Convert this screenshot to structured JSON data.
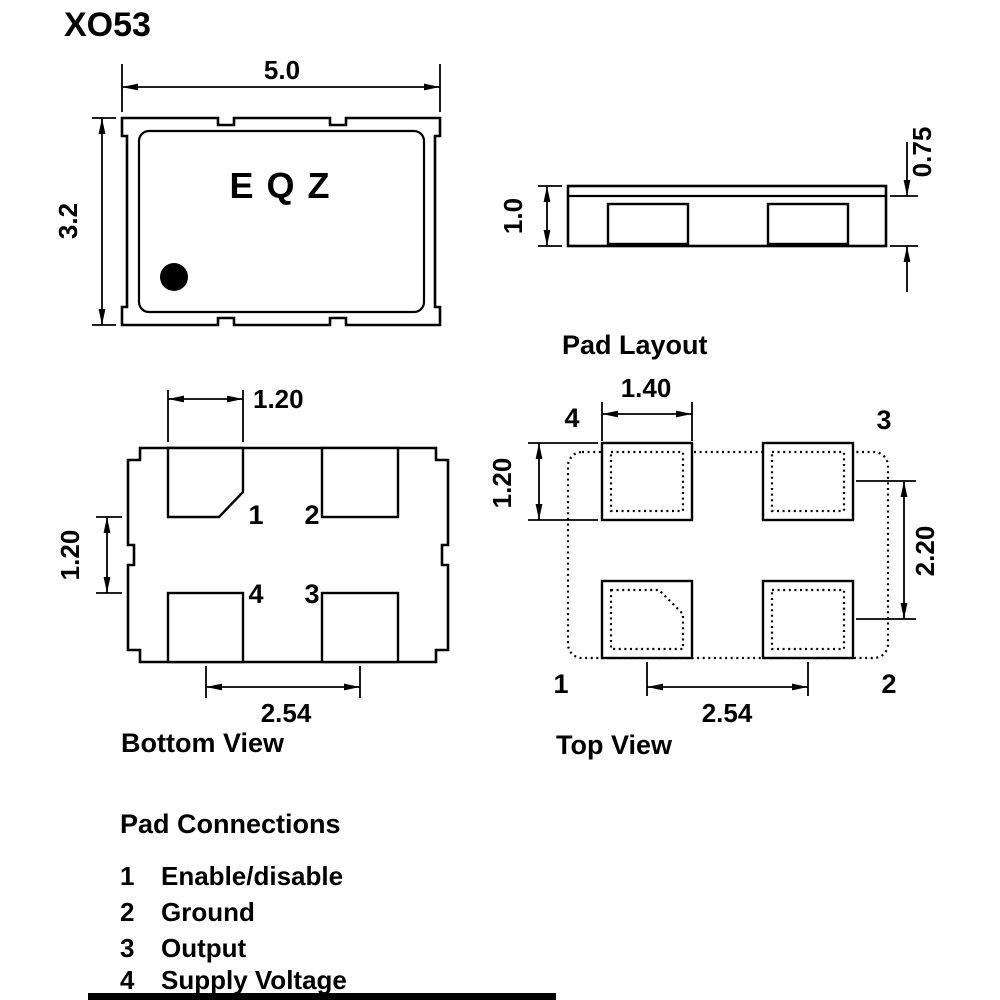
{
  "title": "XO53",
  "chip_marking": "EQZ",
  "headings": {
    "pad_layout": "Pad Layout",
    "bottom_view": "Bottom View",
    "top_view": "Top View",
    "pad_connections": "Pad Connections"
  },
  "dimensions": {
    "body_width": "5.0",
    "body_height": "3.2",
    "side_height": "1.0",
    "side_ceramic_height": "0.75",
    "bottom_pad_width": "1.20",
    "bottom_pad_gap": "1.20",
    "bottom_pad_pitch": "2.54",
    "top_pad_width": "1.40",
    "top_pad_height": "1.20",
    "top_pitch_vertical": "2.20",
    "top_pitch_horizontal": "2.54"
  },
  "pad_numbers": {
    "n1": "1",
    "n2": "2",
    "n3": "3",
    "n4": "4"
  },
  "pad_connections": {
    "items": [
      {
        "num": "1",
        "label": "Enable/disable"
      },
      {
        "num": "2",
        "label": "Ground"
      },
      {
        "num": "3",
        "label": "Output"
      },
      {
        "num": "4",
        "label": "Supply Voltage"
      }
    ]
  }
}
